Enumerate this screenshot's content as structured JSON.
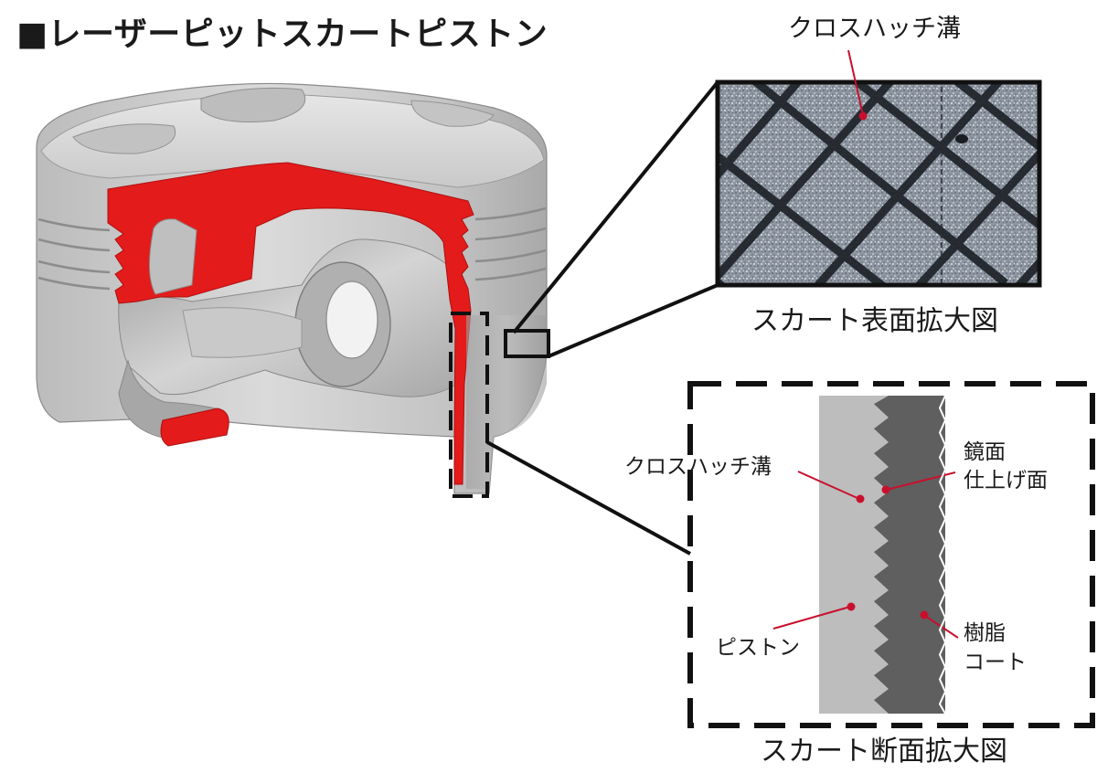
{
  "title": "■レーザーピットスカートピストン",
  "labels": {
    "crosshatch_top": "クロスハッチ溝",
    "surface_caption": "スカート表面拡大図",
    "crosshatch_section": "クロスハッチ溝",
    "mirror_line1": "鏡面",
    "mirror_line2": "仕上げ面",
    "piston": "ピストン",
    "resin_line1": "樹脂",
    "resin_line2": "コート",
    "section_caption": "スカート断面拡大図"
  },
  "colors": {
    "cutaway_red": "#e31b1b",
    "piston_gray": "#c8c8c8",
    "piston_material": "#bdbdbd",
    "resin_coat": "#5f5f5f",
    "leader_red": "#c8102e",
    "frame": "#1a1a1a"
  },
  "icons": [
    "piston-cutaway-illustration",
    "surface-micrograph-image"
  ]
}
